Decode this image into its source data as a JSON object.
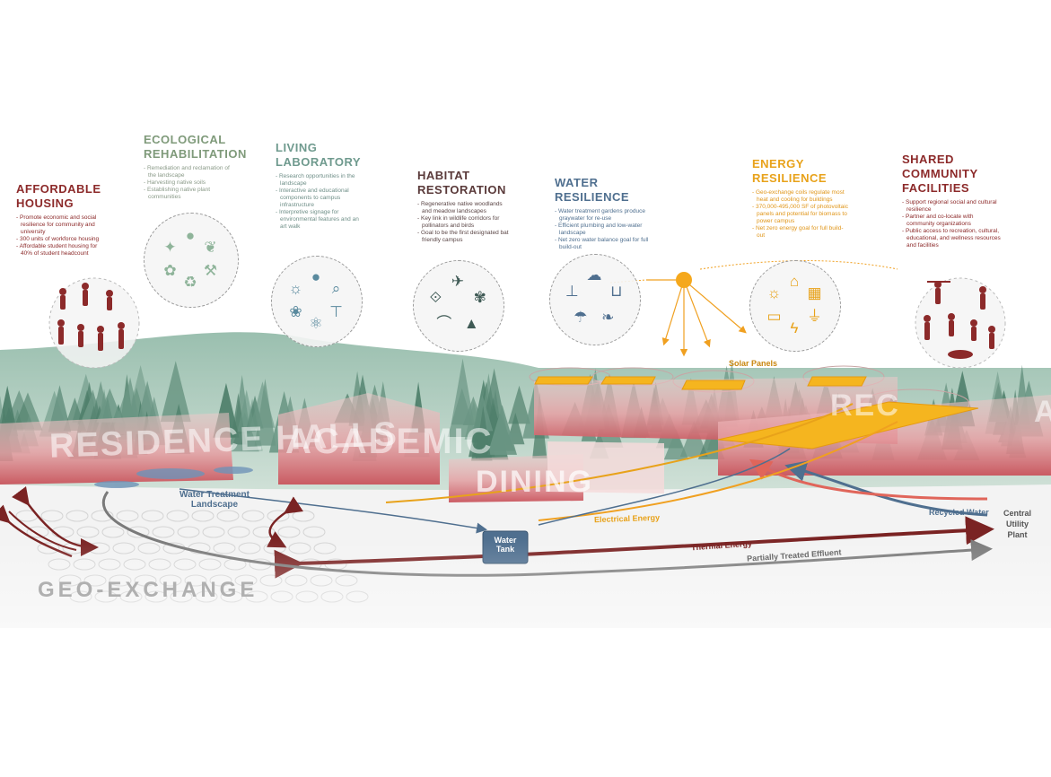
{
  "colors": {
    "housing": "#8c2a2a",
    "ecological": "#7f9a7a",
    "living": "#6f9a8e",
    "habitat": "#5a3a3a",
    "water": "#4f6f8f",
    "energy": "#e8a21a",
    "community": "#8c2a2a",
    "building": "#d9868a",
    "forest": "#5f8f7a",
    "thermal": "#7a2323",
    "effluent": "#7a7a7a"
  },
  "categories": {
    "housing": {
      "title_1": "AFFORDABLE",
      "title_2": "HOUSING",
      "bullets": [
        "Promote economic and social resilience for community and university",
        "300 units of workforce housing",
        "Affordable student housing for 40% of student headcount"
      ]
    },
    "ecological": {
      "title_1": "ECOLOGICAL",
      "title_2": "REHABILITATION",
      "bullets": [
        "Remediation and reclamation of the landscape",
        "Harvesting native soils",
        "Establishing native plant communities"
      ]
    },
    "living": {
      "title_1": "LIVING",
      "title_2": "LABORATORY",
      "bullets": [
        "Research opportunities in the landscape",
        "Interactive and educational components to campus infrastructure",
        "Interpretive signage for environmental features and an art walk"
      ]
    },
    "habitat": {
      "title_1": "HABITAT",
      "title_2": "RESTORATION",
      "bullets": [
        "Regenerative native woodlands and meadow landscapes",
        "Key link in wildlife corridors for pollinators and birds",
        "Goal to be the first designated bat friendly campus"
      ]
    },
    "water": {
      "title_1": "WATER RESILIENCE",
      "title_2": "",
      "bullets": [
        "Water treatment gardens produce graywater for re-use",
        "Efficient plumbing and low-water landscape",
        "Net zero water balance goal for full build-out"
      ]
    },
    "energy": {
      "title_1": "ENERGY",
      "title_2": "RESILIENCE",
      "bullets": [
        "Geo-exchange coils regulate most heat and cooling for buildings",
        "370,000-495,000 SF of photovoltaic panels and potential for biomass to power campus",
        "Net zero energy goal for full build-out"
      ]
    },
    "community": {
      "title_1": "SHARED",
      "title_2": "COMMUNITY",
      "title_3": "FACILITIES",
      "bullets": [
        "Support regional social and cultural resilience",
        "Partner and co-locate with community organizations",
        "Public access to recreation, cultural, educational, and wellness resources and facilities"
      ]
    }
  },
  "icons": {
    "ecological": [
      "seed-drops-icon",
      "leaf-icon",
      "shovel-icon",
      "recycle-icon",
      "sprout-icon",
      "sparkle-icon"
    ],
    "living": [
      "water-drops-icon",
      "magnifier-leaf-icon",
      "sign-icon",
      "atom-icon",
      "plant-icon",
      "lightbulb-icon"
    ],
    "habitat": [
      "bird-icon",
      "butterfly-icon",
      "tree-icon",
      "bat-icon",
      "fish-icon"
    ],
    "water": [
      "cloud-rain-icon",
      "sink-icon",
      "potted-plant-icon",
      "shower-icon",
      "faucet-icon"
    ],
    "energy": [
      "home-gear-icon",
      "solar-panel-icon",
      "plug-icon",
      "lightning-icon",
      "battery-icon",
      "bulb-icon"
    ]
  },
  "buildings": {
    "residence": "RESIDENCE HALLS",
    "academic": "ACADEMIC",
    "dining": "DINING",
    "rec": "REC",
    "right": "A"
  },
  "labels": {
    "water_treatment": "Water Treatment\nLandscape",
    "water_tank": "Water\nTank",
    "electrical": "Electrical Energy",
    "thermal": "Thermal Energy",
    "effluent": "Partially Treated Effluent",
    "recycled": "Recycled Water",
    "central": "Central\nUtility\nPlant",
    "solar": "Solar Panels",
    "geo": "GEO-EXCHANGE"
  }
}
